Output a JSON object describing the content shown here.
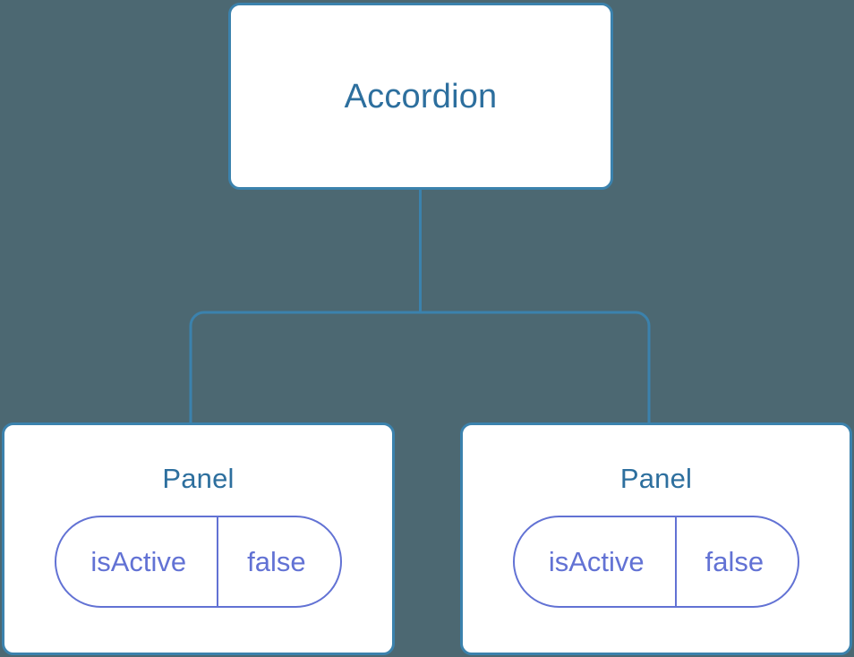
{
  "diagram": {
    "type": "component-tree",
    "background_color": "#4c6872",
    "node_border_color": "#3b82ad",
    "node_title_color": "#2d6f9e",
    "state_accent_color": "#6272d4",
    "connector_color": "#3b82ad",
    "root": {
      "title": "Accordion"
    },
    "children": [
      {
        "title": "Panel",
        "state": {
          "key": "isActive",
          "value": "false"
        }
      },
      {
        "title": "Panel",
        "state": {
          "key": "isActive",
          "value": "false"
        }
      }
    ]
  }
}
